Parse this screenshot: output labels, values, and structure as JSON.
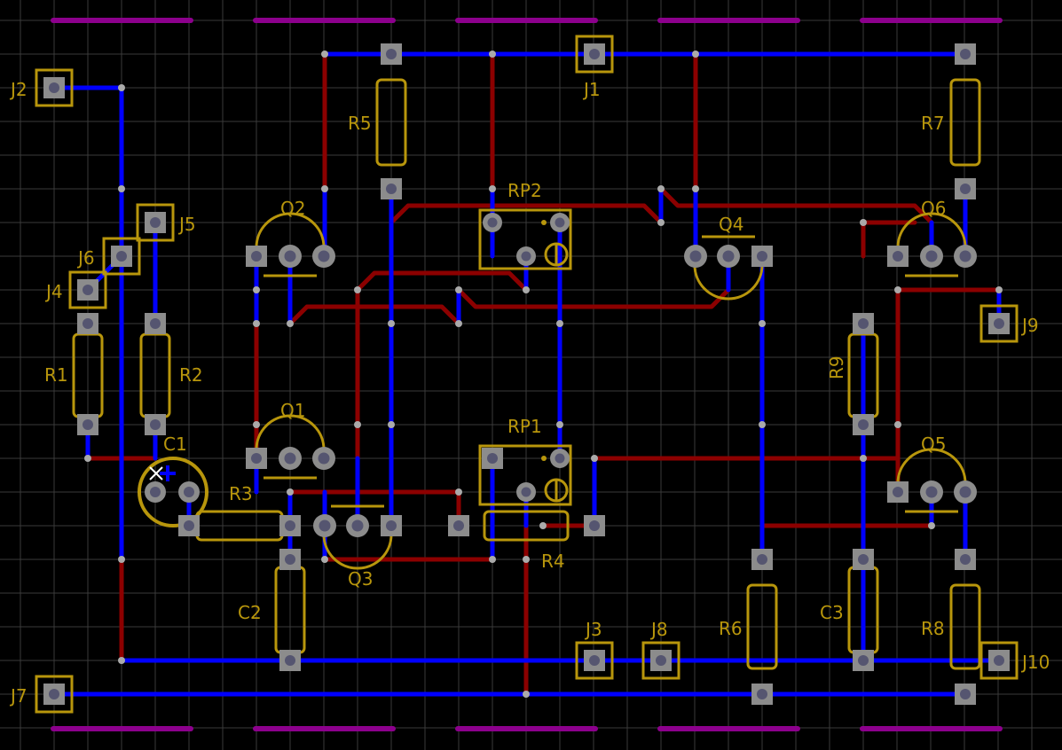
{
  "board": {
    "background": "#000000",
    "grid_color": "#3a3a3a",
    "colors": {
      "top_copper": "#0000ff",
      "bottom_copper": "#8c0000",
      "silkscreen": "#b8960c",
      "pad": "#8c8c8c",
      "drill": "#555570",
      "via": "#aaaaaa",
      "mounting_bar": "#8c008c",
      "origin_marker": "#ffffff"
    }
  },
  "labels": {
    "J1": "J1",
    "J2": "J2",
    "J3": "J3",
    "J4": "J4",
    "J5": "J5",
    "J6": "J6",
    "J7": "J7",
    "J8": "J8",
    "J9": "J9",
    "J10": "J10",
    "R1": "R1",
    "R2": "R2",
    "R3": "R3",
    "R4": "R4",
    "R5": "R5",
    "R6": "R6",
    "R7": "R7",
    "R8": "R8",
    "R9": "R9",
    "C1": "C1",
    "C2": "C2",
    "C3": "C3",
    "Q1": "Q1",
    "Q2": "Q2",
    "Q3": "Q3",
    "Q4": "Q4",
    "Q5": "Q5",
    "Q6": "Q6",
    "RP1": "RP1",
    "RP2": "RP2"
  }
}
